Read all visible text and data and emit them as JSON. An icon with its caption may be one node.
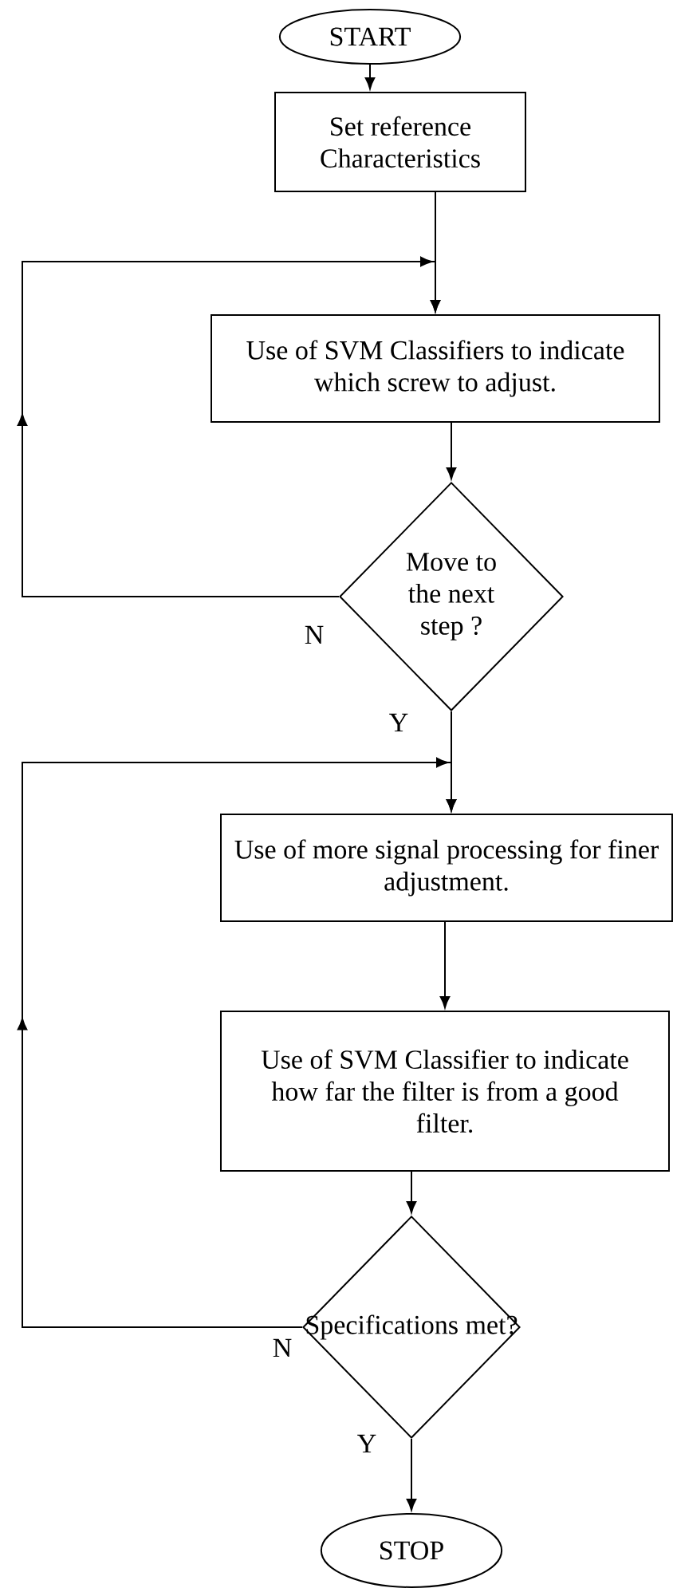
{
  "diagram": {
    "nodes": [
      {
        "text": [
          "START"
        ]
      },
      {
        "text": [
          "Set reference Characteristics"
        ]
      },
      {
        "text": [
          "Use of SVM Classifiers to indicate which screw to adjust."
        ]
      },
      {
        "text": [
          "Move to the next step ?"
        ]
      },
      {
        "text": [
          "Use of more signal processing for finer adjustment."
        ]
      },
      {
        "text": [
          "Use of SVM Classifier to indicate how far the filter is from a good filter."
        ]
      },
      {
        "text": [
          "Specifications met?"
        ]
      },
      {
        "text": [
          "STOP"
        ]
      }
    ],
    "edges": [
      {
        "from": 0,
        "to": 1,
        "arrow": "to"
      },
      {
        "from": 1,
        "to": 2,
        "arrow": "to"
      },
      {
        "from": 2,
        "to": 3,
        "arrow": "to"
      },
      {
        "from": 3,
        "to": 2,
        "arrow": "to",
        "label": "N"
      },
      {
        "from": 3,
        "to": 4,
        "arrow": "to",
        "label": "Y"
      },
      {
        "from": 4,
        "to": 5,
        "arrow": "to"
      },
      {
        "from": 5,
        "to": 6,
        "arrow": "to"
      },
      {
        "from": 6,
        "to": 4,
        "arrow": "to",
        "label": "N"
      },
      {
        "from": 6,
        "to": 7,
        "arrow": "to",
        "label": "Y"
      }
    ]
  }
}
